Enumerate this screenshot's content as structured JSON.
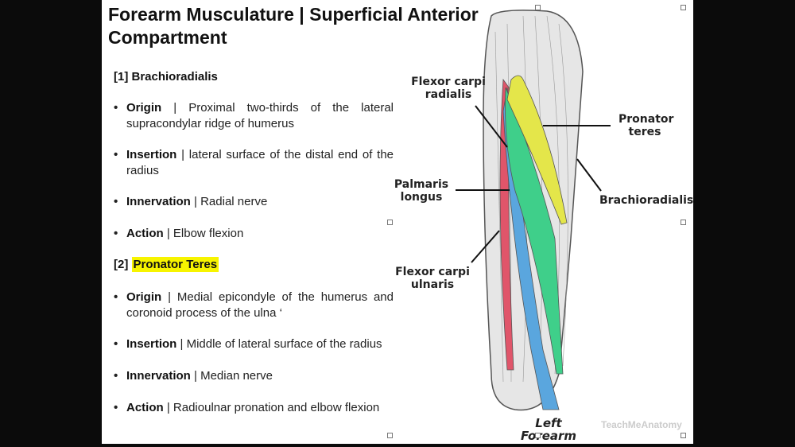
{
  "title": "Forearm Musculature | Superficial Anterior Compartment",
  "sections": [
    {
      "heading": "[1] Brachioradialis",
      "highlight": false,
      "bullets": [
        {
          "term": "Origin",
          "text": "Proximal two-thirds of the lateral supracondylar ridge of humerus"
        },
        {
          "term": "Insertion",
          "text": "lateral surface of the distal end of the radius"
        },
        {
          "term": "Innervation",
          "text": "Radial nerve"
        },
        {
          "term": "Action",
          "text": "Elbow flexion"
        }
      ]
    },
    {
      "heading_prefix": "[2]",
      "heading": "Pronator Teres",
      "highlight": true,
      "bullets": [
        {
          "term": "Origin",
          "text": "Medial epicondyle of the humerus and coronoid process of the ulna ‘"
        },
        {
          "term": "Insertion",
          "text": "Middle of lateral surface of the radius"
        },
        {
          "term": "Innervation",
          "text": "Median nerve"
        },
        {
          "term": "Action",
          "text": "Radioulnar pronation and elbow flexion"
        }
      ]
    }
  ],
  "figure": {
    "labels": {
      "fcr": "Flexor carpi radialis",
      "pt": "Pronator teres",
      "pl": "Palmaris longus",
      "br": "Brachioradialis",
      "fcu": "Flexor carpi ulnaris"
    },
    "caption": "Left Forearm",
    "watermark": "TeachMeAnatomy",
    "colors": {
      "highlight": "#f7f400",
      "flexor_carpi_radialis": "#3fcf8a",
      "pronator_teres": "#e4e64a",
      "palmaris_longus": "#5aa6de",
      "flexor_carpi_ulnaris": "#e0556a"
    }
  }
}
